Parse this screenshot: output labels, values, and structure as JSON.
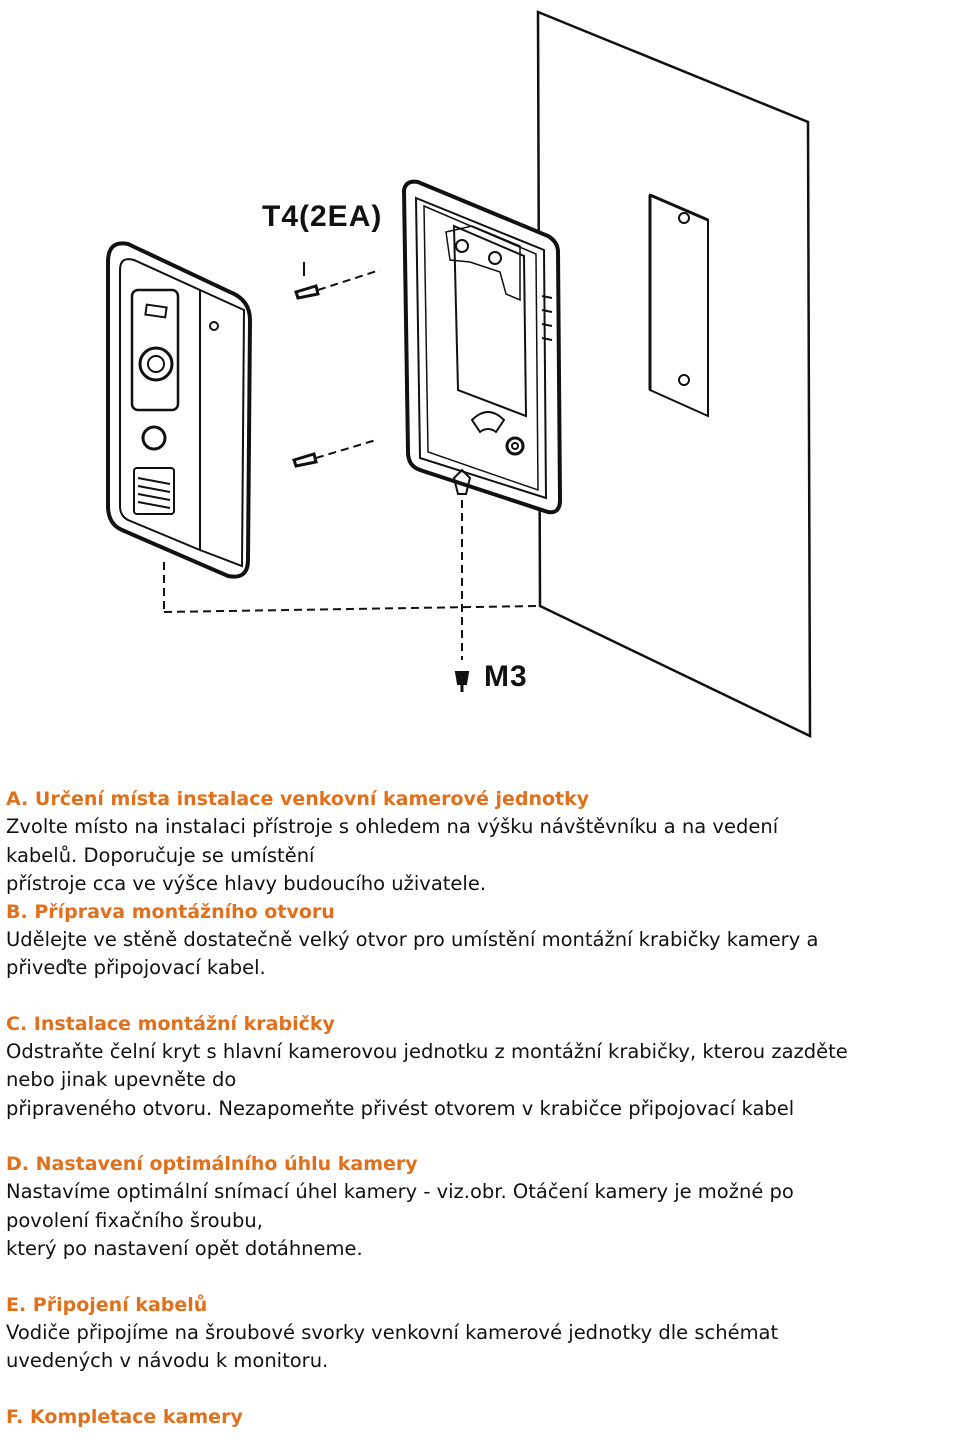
{
  "figure": {
    "label_top": "T4(2EA)",
    "label_bottom": "M3"
  },
  "sections": {
    "a": {
      "heading": "A. Určení místa instalace venkovní kamerové jednotky",
      "lines": [
        "Zvolte místo na instalaci přístroje s ohledem na výšku návštěvníku a na vedení",
        "kabelů. Doporučuje se umístění",
        "přístroje cca ve výšce hlavy budoucího uživatele."
      ]
    },
    "b": {
      "heading": "B. Příprava montážního otvoru",
      "lines": [
        "Udělejte ve stěně dostatečně velký otvor pro umístění montážní krabičky kamery a",
        "přiveďte připojovací kabel."
      ]
    },
    "c": {
      "heading": "C. Instalace montážní krabičky",
      "lines": [
        "Odstraňte čelní kryt s hlavní kamerovou jednotku z montážní krabičky, kterou zazděte",
        "nebo jinak upevněte do",
        "připraveného otvoru. Nezapomeňte přivést otvorem v krabičce připojovací kabel"
      ]
    },
    "d": {
      "heading": "D. Nastavení optimálního úhlu kamery",
      "lines": [
        "Nastavíme optimální snímací úhel kamery - viz.obr. Otáčení kamery je možné po",
        "povolení fixačního šroubu,",
        "který po nastavení opět dotáhneme."
      ]
    },
    "e": {
      "heading": "E. Připojení kabelů",
      "lines": [
        "Vodiče připojíme na šroubové svorky venkovní kamerové jednotky dle schémat",
        "uvedených v návodu k monitoru."
      ]
    },
    "f": {
      "heading": "F. Kompletace kamery"
    }
  },
  "colors": {
    "heading": "#e0701c",
    "body_text": "#111111",
    "drawing": "#111111"
  }
}
